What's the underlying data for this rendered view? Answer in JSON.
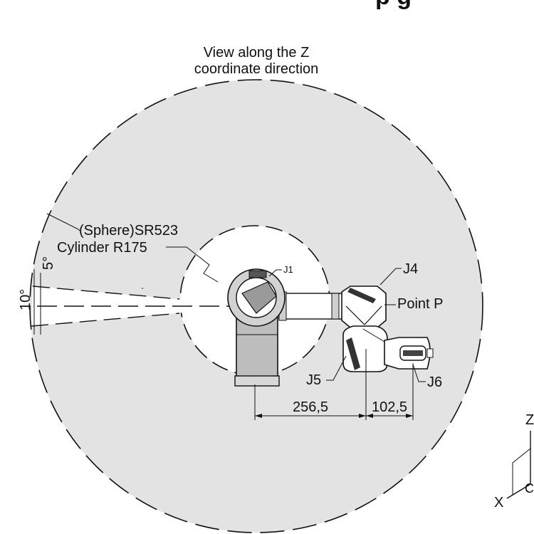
{
  "header": {
    "partial_title": "p   g"
  },
  "view_caption": {
    "line1": "View along the Z",
    "line2": "coordinate direction"
  },
  "labels": {
    "sphere": "(Sphere)SR523",
    "cylinder": "Cylinder R175",
    "angle_small": "5°",
    "angle_large": "10°",
    "joint1": "J1",
    "joint4": "J4",
    "joint5": "J5",
    "joint6": "J6",
    "point_p": "Point P"
  },
  "dimensions": {
    "left": "256,5",
    "right": "102,5"
  },
  "axes": {
    "z": "Z",
    "x": "X",
    "o": "C"
  },
  "colors": {
    "workspace": "#e3e3e3",
    "ink": "#111111",
    "robot_body": "#bdbdbd"
  }
}
